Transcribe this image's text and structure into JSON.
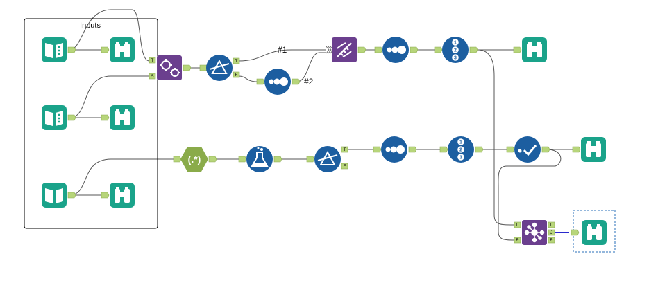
{
  "container": {
    "title": "Inputs"
  },
  "anchor_labels": {
    "true": "T",
    "false": "F",
    "target": "T",
    "source": "S",
    "left": "L",
    "join": "J",
    "right": "R"
  },
  "connection_labels": {
    "first": "#1",
    "second": "#2"
  },
  "tools": {
    "input_1": "input-data-icon",
    "input_2": "input-data-icon",
    "input_3": "input-data-icon",
    "browse_1": "browse-icon",
    "browse_2": "browse-icon",
    "browse_3": "browse-icon",
    "browse_4": "browse-icon",
    "browse_5": "browse-icon",
    "browse_6": "browse-icon",
    "macro": "batch-macro-icon",
    "filter_1": "filter-icon",
    "filter_2": "filter-icon",
    "sample_1": "sample-icon",
    "sample_2": "sample-icon",
    "sample_3": "sample-icon",
    "union": "union-icon",
    "record_id_1": "record-id-icon",
    "record_id_2": "record-id-icon",
    "regex": "regex-icon",
    "formula": "formula-icon",
    "check": "data-cleansing-icon",
    "join": "join-icon"
  },
  "colors": {
    "input": "#1aa38a",
    "browse": "#1aa38a",
    "preparation": "#1c5ea0",
    "parse": "#8aab4a",
    "macro": "#6b3f8e",
    "anchor": "#b7d57a",
    "line": "#555555",
    "selected_line": "#2a2acc"
  }
}
